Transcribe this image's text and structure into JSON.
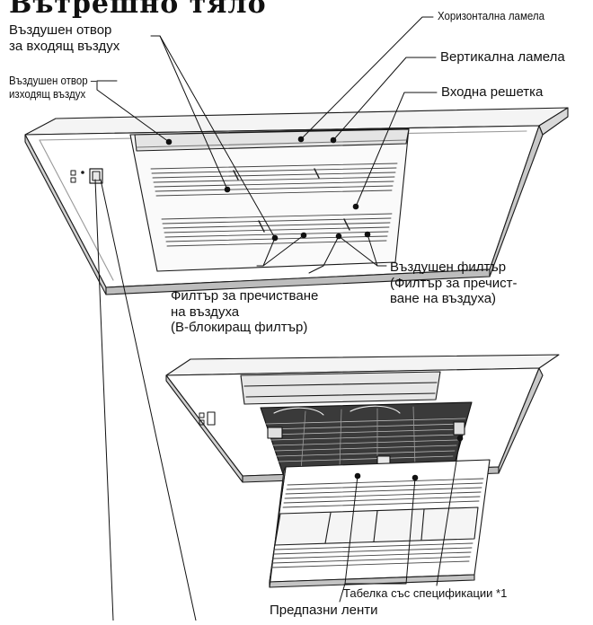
{
  "title": "Вътрешно тяло",
  "labels": {
    "inlet_opening": "Въздушен отвор\nза входящ въздух",
    "outlet_opening": "Въздушен отвор –\nизходящ въздух",
    "horizontal_vane": "Хоризонтална ламела",
    "vertical_vane": "Вертикална ламела",
    "inlet_grille": "Входна решетка",
    "air_filter": "Въздушен филтър\n(Филтър за пречист-\nване на въздуха)",
    "purifying_filter": "Филтър за пречистване\nна въздуха\n(B-блокиращ филтър)",
    "nameplate": "Табелка със спецификации *1",
    "safety_straps": "Предпазни ленти"
  },
  "icons": {
    "lamp": "indicator-lamps-icon",
    "receiver": "signal-receiver-icon"
  }
}
